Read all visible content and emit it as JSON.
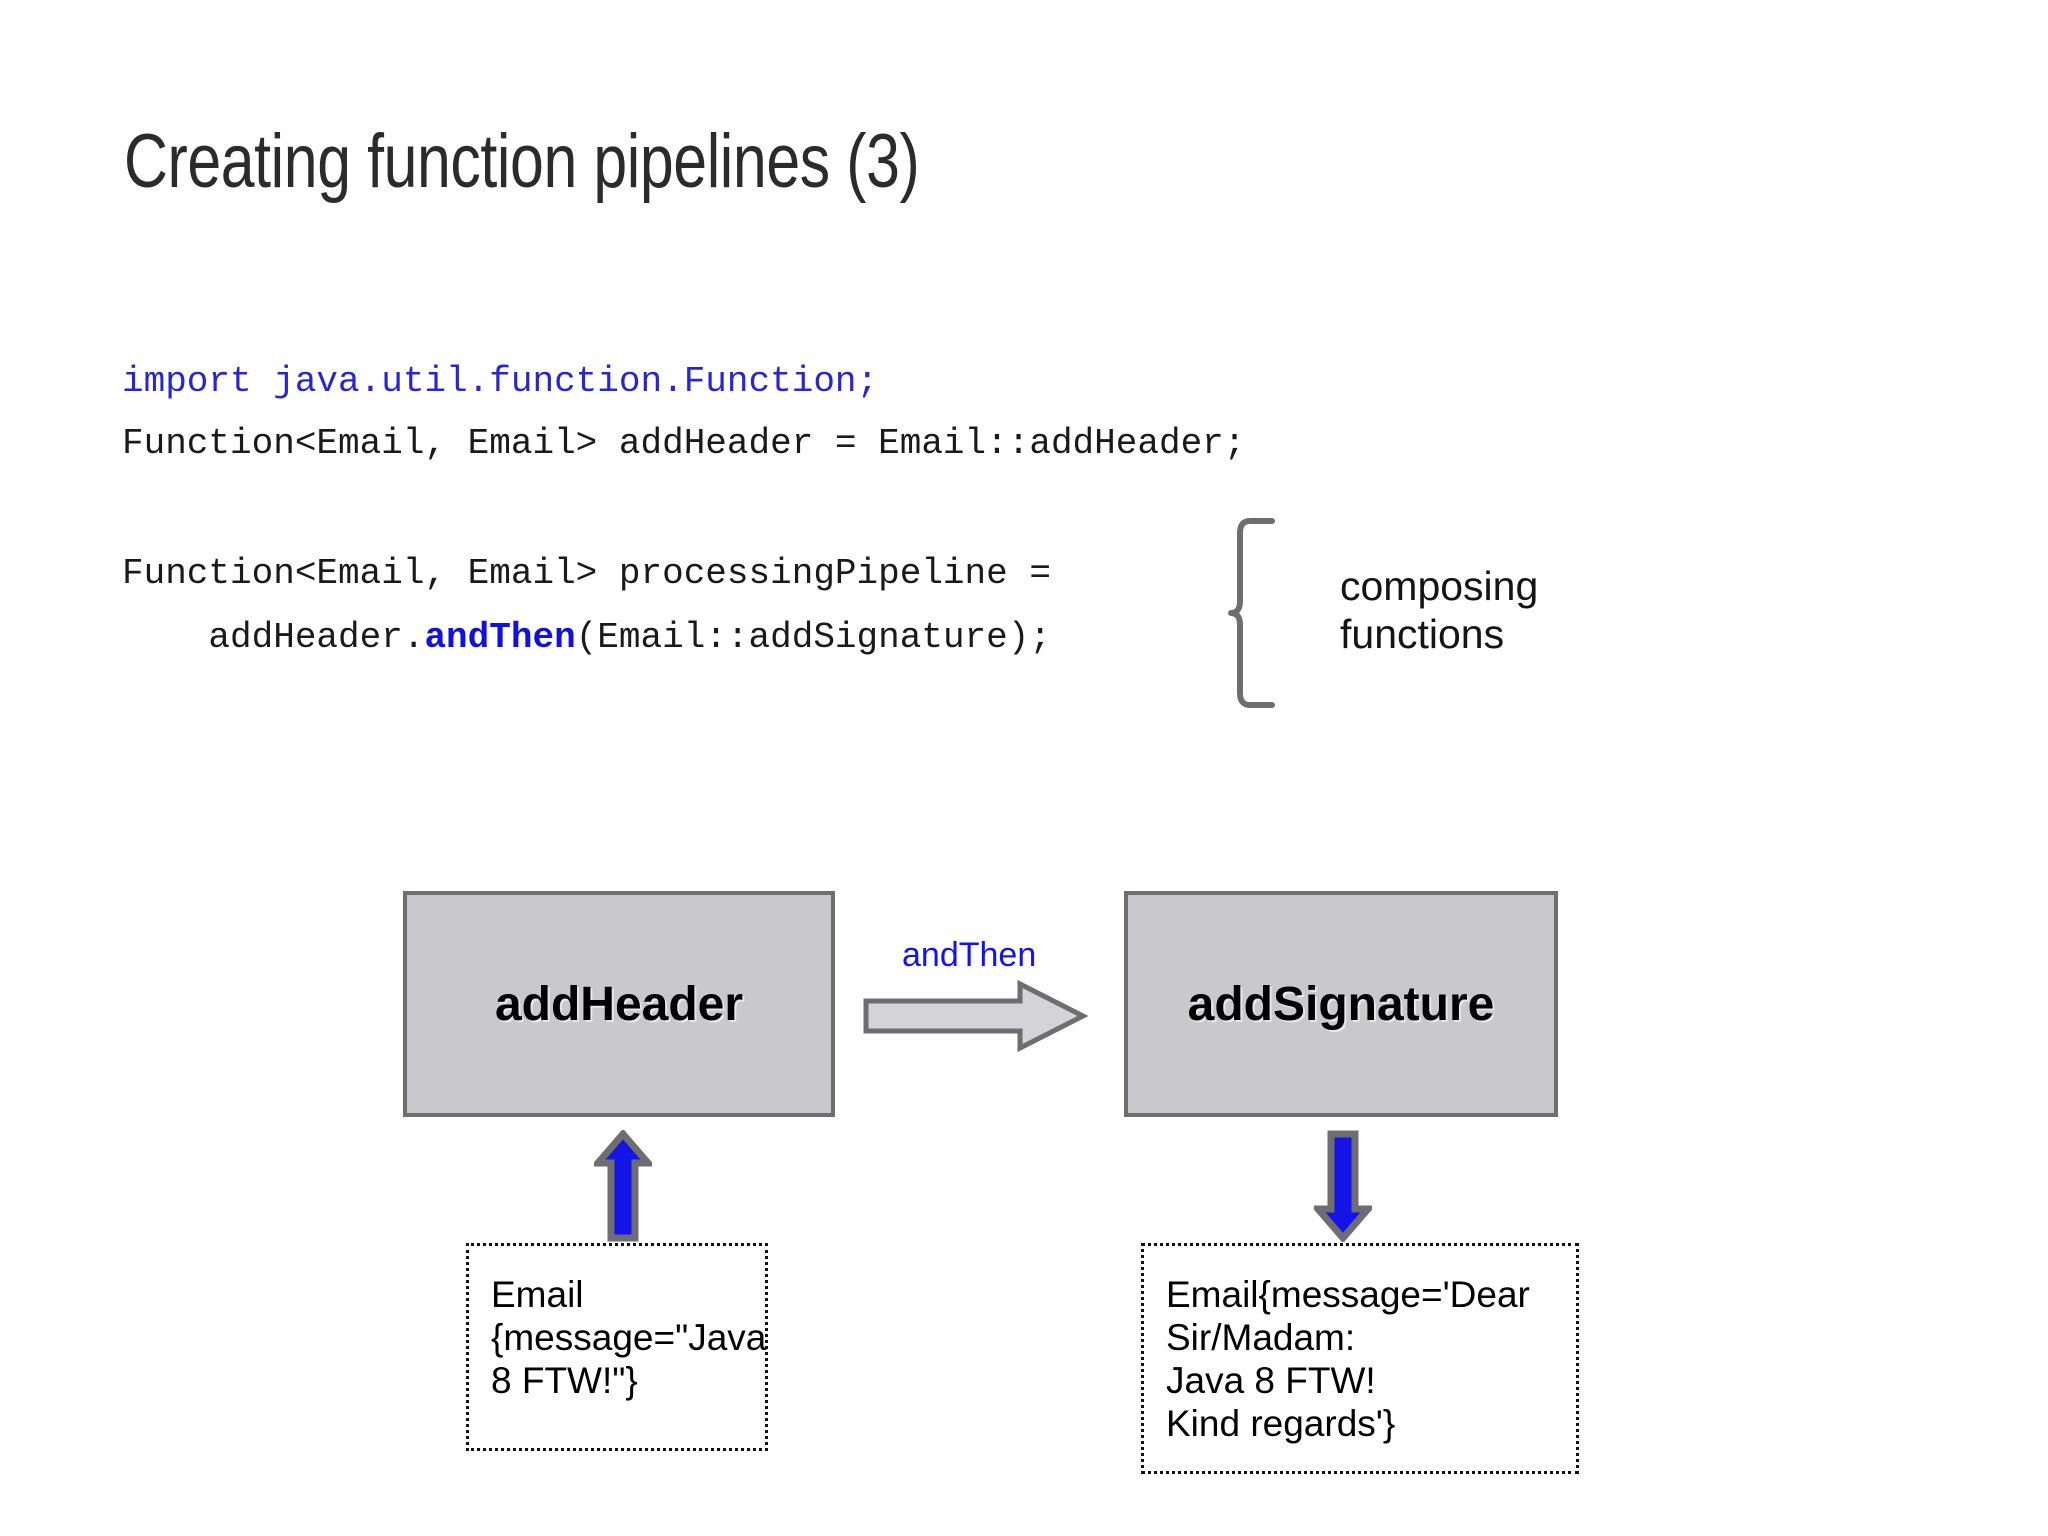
{
  "slide": {
    "title": "Creating function pipelines (3)",
    "background_color": "#ffffff"
  },
  "code": {
    "font": "monospace",
    "import_line": "import java.util.function.Function;",
    "import_color": "#2727cc",
    "declaration_line": "Function<Email, Email> addHeader = Email::addHeader;",
    "pipeline_line": "Function<Email, Email> processingPipeline =",
    "compose_prefix": "    addHeader.",
    "compose_keyword": "andThen",
    "compose_suffix": "(Email::addSignature);",
    "keyword_color": "#1111dd",
    "body_color": "#1a1a1a"
  },
  "annotation": {
    "brace_color": "#6e6e72",
    "label": "composing\nfunctions",
    "label_color": "#141414"
  },
  "diagram": {
    "box_fill": "#c9c9cd",
    "box_border": "#6e6e72",
    "left_box_label": "addHeader",
    "right_box_label": "addSignature",
    "arrow_label": "andThen",
    "arrow_label_color": "#1414e6",
    "big_arrow_fill": "#d4d4d8",
    "big_arrow_stroke": "#6e6e72",
    "blue_arrow_fill": "#1414e6",
    "blue_arrow_stroke": "#6e6e72",
    "input_value": "Email\n{message=\"Java\n8 FTW!\"}",
    "output_value": "Email{message='Dear\nSir/Madam:\nJava 8 FTW!\nKind regards'}",
    "dotted_border_color": "#111111"
  }
}
